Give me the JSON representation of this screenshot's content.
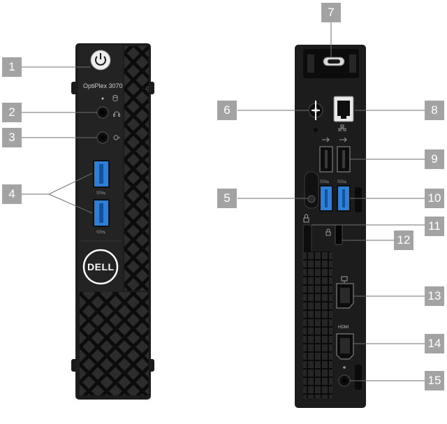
{
  "front": {
    "model_label": "OptiPlex 3070",
    "logo_text": "DELL"
  },
  "rear": {
    "hdmi_label": "HDMI"
  },
  "callouts": {
    "c1": "1",
    "c2": "2",
    "c3": "3",
    "c4": "4",
    "c5": "5",
    "c6": "6",
    "c7": "7",
    "c8": "8",
    "c9": "9",
    "c10": "10",
    "c11": "11",
    "c12": "12",
    "c13": "13",
    "c14": "14",
    "c15": "15"
  },
  "colors": {
    "chassis": "#1c1c1c",
    "usb3_blue": "#2f7fd6",
    "callout_box": "#a3a3a3",
    "leader_line": "#6f6f6f"
  }
}
